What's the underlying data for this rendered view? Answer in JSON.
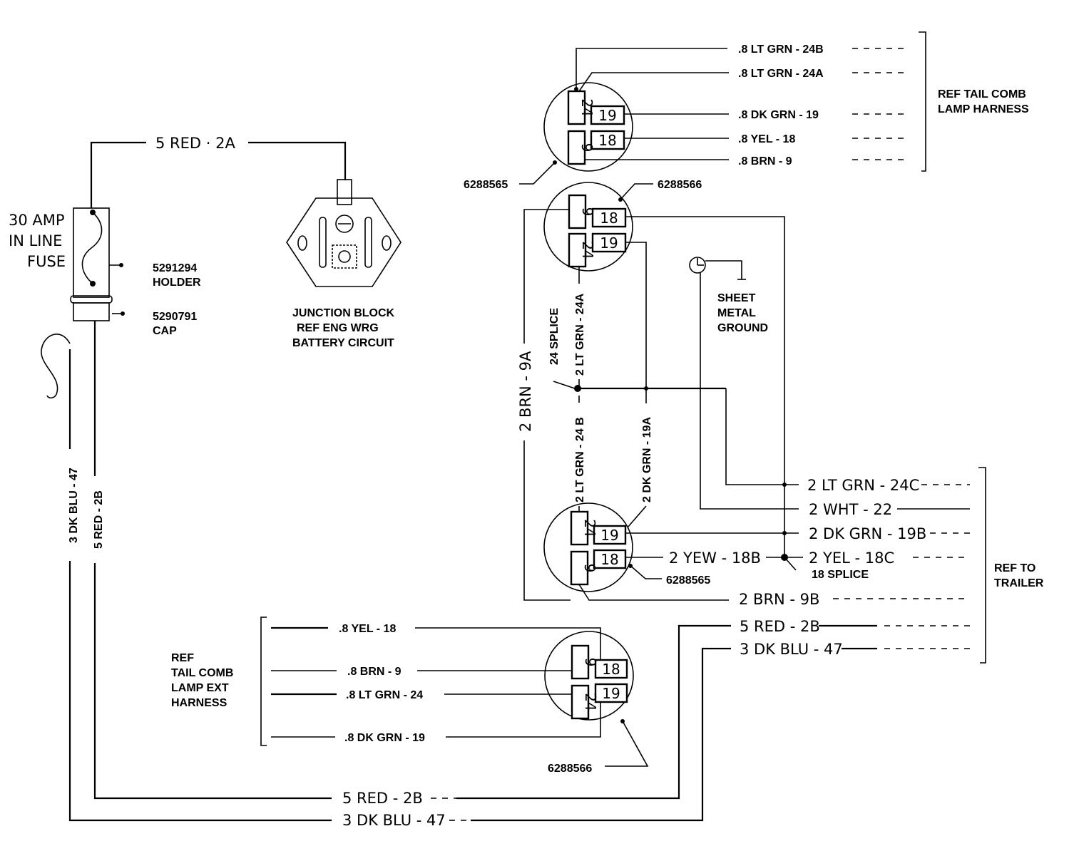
{
  "fuse": {
    "line1": "30 AMP",
    "line2": "IN LINE",
    "line3": "FUSE"
  },
  "holder": {
    "part": "5291294",
    "label": "HOLDER"
  },
  "cap": {
    "part": "5290791",
    "label": "CAP"
  },
  "junction_block": {
    "line1": "JUNCTION BLOCK",
    "line2": "REF ENG WRG",
    "line3": "BATTERY CIRCUIT"
  },
  "wires": {
    "red_2a": "5 RED · 2A",
    "dk_blu_47_vertical": "3 DK BLU - 47",
    "red_2b_vertical": "5 RED - 2B",
    "red_2b_bottom": "5 RED - 2B",
    "dk_blu_47_bottom": "3 DK BLU - 47",
    "red_2b_right": "5 RED - 2B",
    "dk_blu_47_right": "3 DK BLU - 47",
    "lt_grn_24b_top": ".8 LT GRN - 24B",
    "lt_grn_24a_top": ".8 LT GRN - 24A",
    "dk_grn_19_top": ".8 DK GRN - 19",
    "yel_18_top": ".8 YEL - 18",
    "brn_9_top": ".8 BRN - 9",
    "brn_9a": "2 BRN - 9A",
    "lt_grn_24a": "2 LT GRN - 24A",
    "lt_grn_24b": "2 LT GRN - 24 B",
    "dk_grn_19a": "2 DK GRN - 19A",
    "lt_grn_24c": "2 LT GRN - 24C",
    "wht_22": "2  WHT - 22",
    "dk_grn_19b": "2  DK GRN - 19B",
    "yew_18b": "2  YEW - 18B",
    "yel_18c": "2  YEL  - 18C",
    "brn_9b": "2  BRN - 9B",
    "yel_18_bottom": ".8 YEL - 18",
    "brn_9_bottom": ".8 BRN - 9",
    "lt_grn_24_bottom": ".8 LT GRN - 24",
    "dk_grn_19_bottom": ".8 DK GRN - 19"
  },
  "connectors": {
    "top": {
      "part": "6288565",
      "pins": [
        "24",
        "19",
        "9",
        "18"
      ]
    },
    "middle": {
      "part": "6288566",
      "pins": [
        "9",
        "18",
        "24",
        "19"
      ]
    },
    "lower": {
      "part": "6288565",
      "pins": [
        "24",
        "19",
        "9",
        "18"
      ]
    },
    "bottom": {
      "part": "6288566",
      "pins": [
        "9",
        "18",
        "24",
        "19"
      ]
    }
  },
  "splices": {
    "splice_24": "24 SPLICE",
    "splice_18": "18 SPLICE"
  },
  "ground": {
    "line1": "SHEET",
    "line2": "METAL",
    "line3": "GROUND"
  },
  "refs": {
    "tail_comb_top_1": "REF TAIL COMB",
    "tail_comb_top_2": "LAMP HARNESS",
    "trailer_1": "REF TO",
    "trailer_2": "TRAILER",
    "tail_ext_1": "REF",
    "tail_ext_2": "TAIL COMB",
    "tail_ext_3": "LAMP EXT",
    "tail_ext_4": "HARNESS"
  }
}
